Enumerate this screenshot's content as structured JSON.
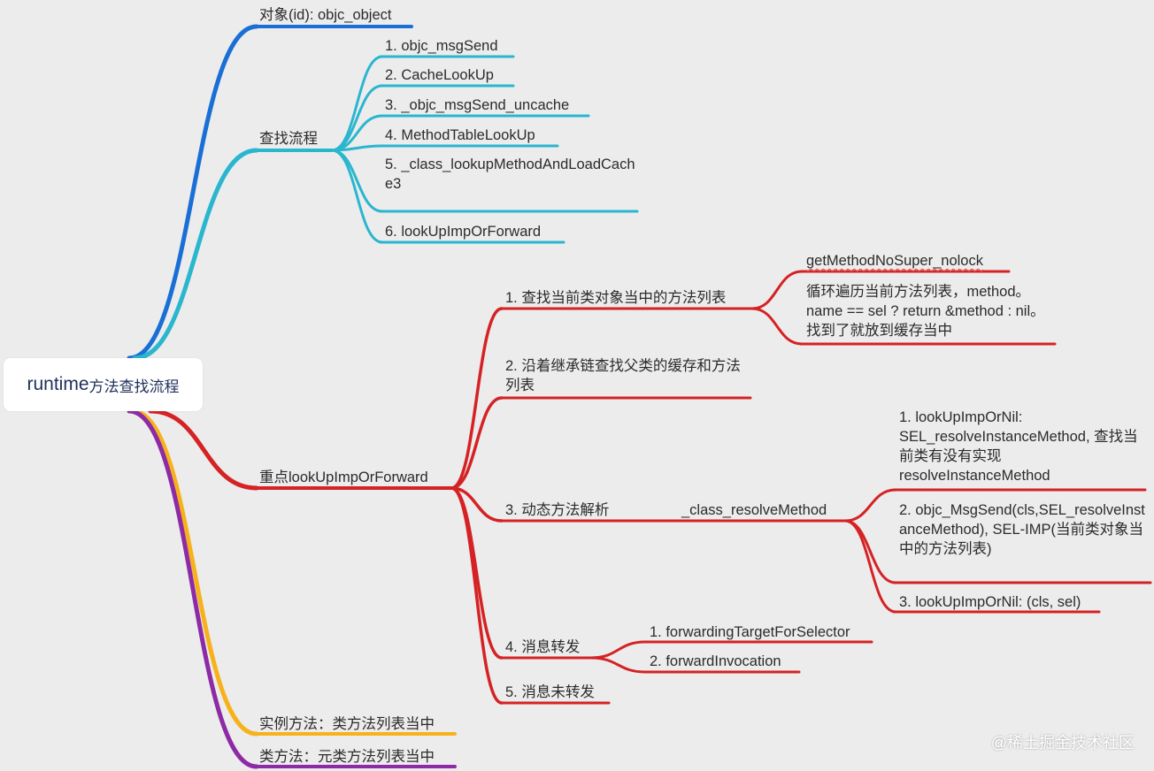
{
  "root": {
    "title_en": "runtime",
    "title_zh": "方法查找流程"
  },
  "colors": {
    "blue": "#1a6fd6",
    "cyan": "#2ab6cf",
    "red": "#d52224",
    "orange": "#f7b21b",
    "purple": "#8d2aa6"
  },
  "branches": {
    "object": "对象(id): objc_object",
    "lookup_flow": {
      "label": "查找流程",
      "steps": [
        "1. objc_msgSend",
        "2. CacheLookUp",
        "3. _objc_msgSend_uncache",
        "4. MethodTableLookUp",
        "5. _class_lookupMethodAndLoadCache3",
        "6. lookUpImpOrForward"
      ]
    },
    "focus": {
      "label": "重点lookUpImpOrForward",
      "step1": {
        "label": "1. 查找当前类对象当中的方法列表",
        "children": [
          "getMethodNoSuper_nolock",
          "循环遍历当前方法列表，method。name == sel ? return &method : nil。找到了就放到缓存当中"
        ]
      },
      "step2": {
        "label": "2. 沿着继承链查找父类的缓存和方法列表"
      },
      "step3": {
        "label": "3. 动态方法解析",
        "sub": {
          "label": "_class_resolveMethod",
          "children": [
            "1. lookUpImpOrNil: SEL_resolveInstanceMethod, 查找当前类有没有实现resolveInstanceMethod",
            "2. objc_MsgSend(cls,SEL_resolveInstanceMethod), SEL-IMP(当前类对象当中的方法列表)",
            "3. lookUpImpOrNil: (cls, sel)"
          ]
        }
      },
      "step4": {
        "label": "4. 消息转发",
        "children": [
          "1. forwardingTargetForSelector",
          "2. forwardInvocation"
        ]
      },
      "step5": {
        "label": "5. 消息未转发"
      }
    },
    "instance_method": "实例方法：类方法列表当中",
    "class_method": "类方法：元类方法列表当中"
  },
  "watermark": "@稀土掘金技术社区"
}
